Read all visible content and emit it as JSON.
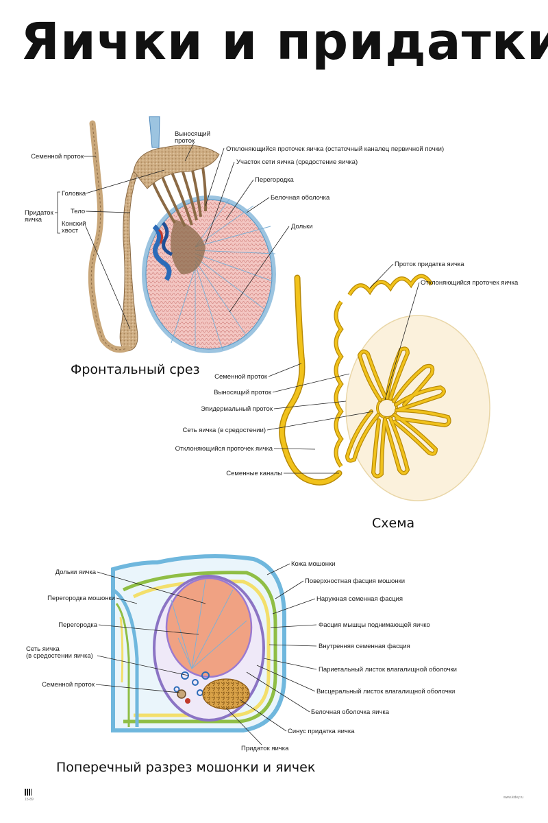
{
  "title": "Яички и придатки",
  "sections": {
    "frontal": {
      "title": "Фронтальный срез",
      "labels": {
        "semennoy_protok": "Семенной проток",
        "vynosyashchiy_line1": "Выносящий",
        "vynosyashchiy_line2": "проток",
        "otklon": "Отклоняющийся проточек яичка (остаточный каналец первичной почки)",
        "uchastok_seti": "Участок сети яичка (средостение яичка)",
        "peregorodka": "Перегородка",
        "belochnaya": "Белочная оболочка",
        "dolki": "Дольки",
        "golovka": "Головка",
        "telo": "Тело",
        "konskiy_line1": "Конский",
        "konskiy_line2": "хвост",
        "pridatok_line1": "Придаток",
        "pridatok_line2": "яичка"
      }
    },
    "schema": {
      "title": "Схема",
      "labels": {
        "protok_pridatka": "Проток придатка яичка",
        "otklon": "Отклоняющийся проточек яичка",
        "semennoy_protok": "Семенной проток",
        "vynosyashchiy": "Выносящий проток",
        "epidermalny": "Эпидермальный проток",
        "set_yaichka": "Сеть яичка (в средостении)",
        "otklon2": "Отклоняющийся проточек яичка",
        "semennye_kanaly": "Семенные каналы"
      }
    },
    "cross": {
      "title": "Поперечный разрез мошонки и яичек",
      "labels_left": {
        "dolki": "Дольки яичка",
        "peregorodka_moshonki": "Перегородка мошонки",
        "peregorodka": "Перегородка",
        "set_line1": "Сеть яичка",
        "set_line2": "(в средостении яичка)",
        "semennoy_protok": "Семенной проток"
      },
      "labels_right": {
        "kozha": "Кожа мошонки",
        "poverkhnostnaya": "Поверхностная фасция мошонки",
        "naruzhnaya": "Наружная семенная фасция",
        "fasciya_myshcy": "Фасция мышцы поднимающей яичко",
        "vnutrennyaya": "Внутренняя семенная фасция",
        "parietalny": "Париетальный листок влагалищной оболочки",
        "visceralny": "Висцеральный листок влагалищной оболочки",
        "belochnaya": "Белочная оболочка яичка",
        "sinus": "Синус придатка яичка"
      },
      "labels_bottom": {
        "pridatok": "Придаток яичка"
      }
    }
  },
  "footer": {
    "code": "15-89",
    "site": "www.kidey.ru"
  },
  "colors": {
    "tubule_yellow": "#f1c21b",
    "tubule_outline": "#b88a07",
    "testis_pink": "#f2b8b4",
    "epididymis_tan": "#c9a77a",
    "vessel_blue": "#2c6bb8",
    "vessel_red": "#c0392b",
    "testis_salmon": "#f0a283",
    "layer_blue": "#6fb7dd",
    "layer_green": "#8fbe45",
    "layer_purple": "#8b74c4",
    "layer_yellow": "#f3df6b"
  }
}
